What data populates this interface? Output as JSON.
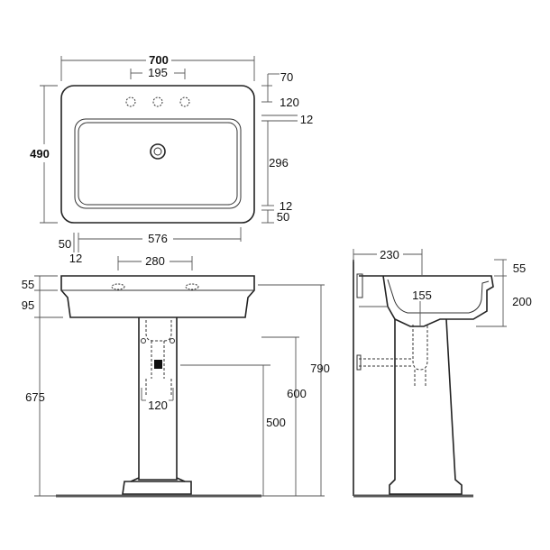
{
  "top_view": {
    "width": "700",
    "depth": "490",
    "tap_spacing": "195",
    "rim_back": "70",
    "rim_to_basin": "120",
    "gap_back": "12",
    "basin_depth": "296",
    "gap_front": "12",
    "rim_front": "50",
    "rim_side": "50",
    "gap_side": "12",
    "basin_width": "576"
  },
  "front_view": {
    "fixing_spacing": "280",
    "rim_height": "55",
    "bowl_height": "95",
    "pedestal_height": "675",
    "outlet_spacing": "120",
    "drain_height": "500",
    "waste_height": "600",
    "total_height": "790"
  },
  "side_view": {
    "projection": "230",
    "drain_offset": "155",
    "rim_height": "55",
    "bowl_depth": "200"
  }
}
